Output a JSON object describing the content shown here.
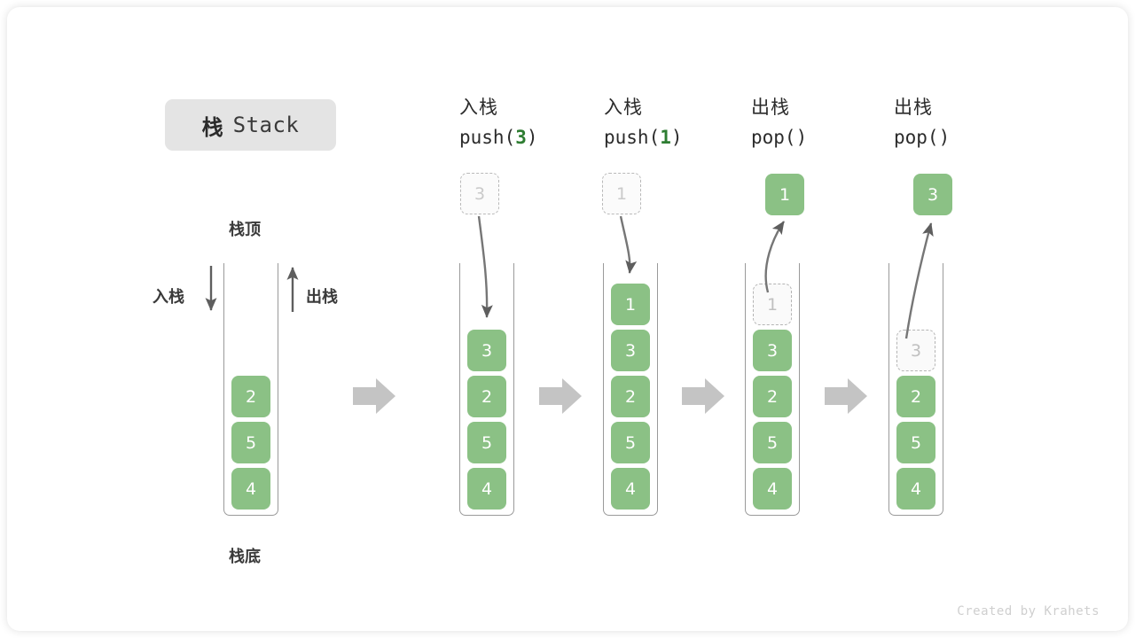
{
  "title": {
    "cn": "栈",
    "en": "Stack"
  },
  "labels": {
    "top": "栈顶",
    "bottom": "栈底",
    "push": "入栈",
    "pop": "出栈"
  },
  "colors": {
    "element": "#8bc185",
    "element_text": "#ffffff",
    "ghost_text": "#c0c0c0",
    "arrow_gray": "#5e5e5e",
    "flow_arrow": "#c4c4c4",
    "accent_green": "#2e7d32",
    "badge_bg": "#e4e4e4"
  },
  "initial_stack": {
    "caption_top": "栈顶",
    "caption_bottom": "栈底",
    "push_label": "入栈",
    "pop_label": "出栈",
    "elements": [
      "2",
      "5",
      "4"
    ]
  },
  "steps": [
    {
      "id": "push-3",
      "op_cn": "入栈",
      "op_code_prefix": "push(",
      "op_code_arg": "3",
      "op_code_suffix": ")",
      "floating": {
        "value": "3",
        "style": "ghost"
      },
      "elements": [
        "3",
        "2",
        "5",
        "4"
      ],
      "ghost_top": null
    },
    {
      "id": "push-1",
      "op_cn": "入栈",
      "op_code_prefix": "push(",
      "op_code_arg": "1",
      "op_code_suffix": ")",
      "floating": {
        "value": "1",
        "style": "ghost"
      },
      "elements": [
        "1",
        "3",
        "2",
        "5",
        "4"
      ],
      "ghost_top": null
    },
    {
      "id": "pop-1",
      "op_cn": "出栈",
      "op_code_prefix": "pop(",
      "op_code_arg": "",
      "op_code_suffix": ")",
      "floating": {
        "value": "1",
        "style": "solid"
      },
      "elements": [
        "3",
        "2",
        "5",
        "4"
      ],
      "ghost_top": "1"
    },
    {
      "id": "pop-3",
      "op_cn": "出栈",
      "op_code_prefix": "pop(",
      "op_code_arg": "",
      "op_code_suffix": ")",
      "floating": {
        "value": "3",
        "style": "solid"
      },
      "elements": [
        "2",
        "5",
        "4"
      ],
      "ghost_top": "3"
    }
  ],
  "footer": "Created by Krahets"
}
